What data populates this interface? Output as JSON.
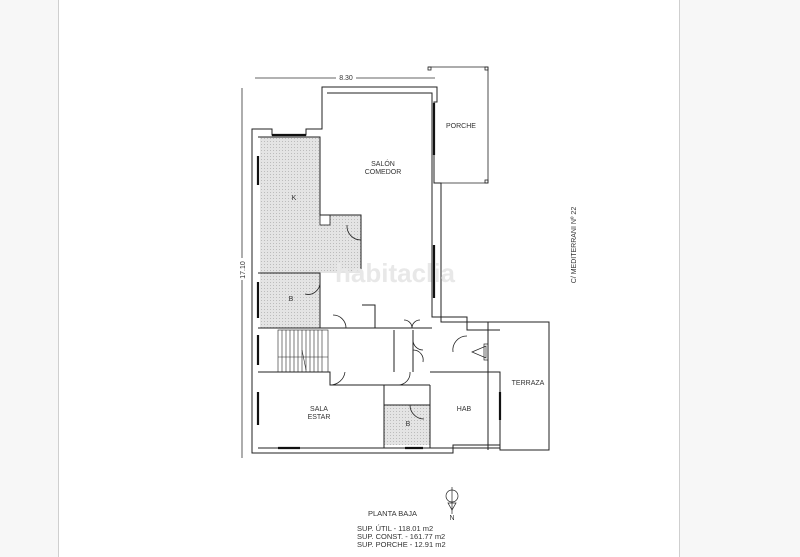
{
  "plan": {
    "title": "PLANTA BAJA",
    "dimensions": {
      "width": "8.30",
      "height": "17.10"
    },
    "street": "C/ MEDITERRANI Nº 22",
    "watermark": "habitaclia",
    "north_label": "N",
    "rooms": {
      "porche": "PORCHE",
      "salon_1": "SALÓN",
      "salon_2": "COMEDOR",
      "kitchen": "K",
      "bath1": "B",
      "sala_1": "SALA",
      "sala_2": "ESTAR",
      "bath2": "B",
      "hab": "HAB",
      "terraza": "TERRAZA"
    },
    "surfaces": [
      "SUP. ÚTIL  -  118.01  m2",
      "SUP. CONST.  -  161.77  m2",
      "SUP. PORCHE  -  12.91  m2"
    ]
  },
  "colors": {
    "background": "#f7f7f7",
    "sheet": "#ffffff",
    "line": "#222222",
    "hatch": "#d9d9d9"
  }
}
